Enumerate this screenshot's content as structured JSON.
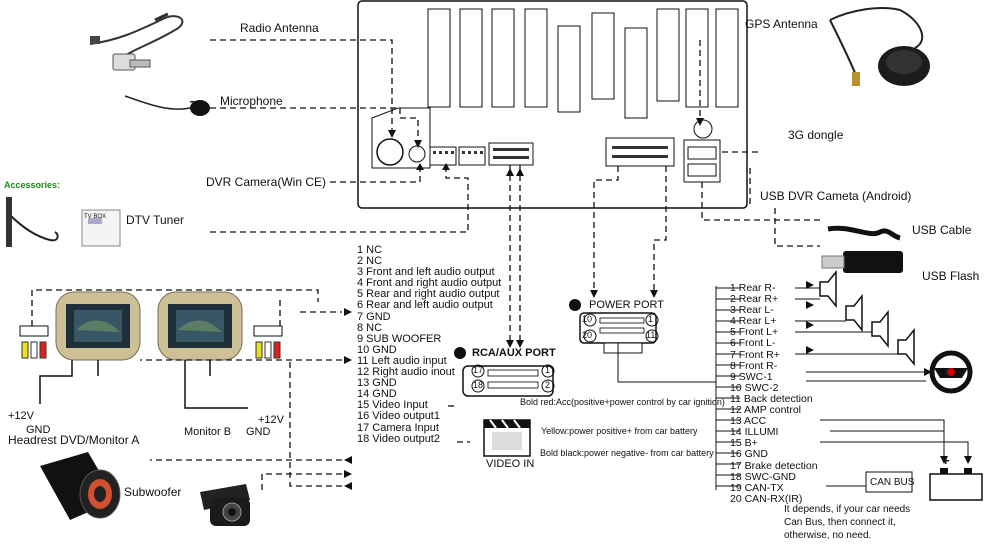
{
  "labels": {
    "radio_antenna": "Radio Antenna",
    "microphone": "Microphone",
    "dvr_camera": "DVR Camera(Win CE)",
    "accessories": "Accessories:",
    "dtv_tuner": "DTV Tuner",
    "gps_antenna": "GPS Antenna",
    "dongle_3g": "3G dongle",
    "usb_dvr": "USB DVR Cameta (Android)",
    "usb_cable": "USB Cable",
    "usb_flash": "USB Flash",
    "headrest": "Headrest DVD/Monitor A",
    "monitor_b": "Monitor  B",
    "gnd_a": "GND",
    "v12_a": "+12V",
    "gnd_b": "GND",
    "v12_b": "+12V",
    "subwoofer": "Subwoofer",
    "video_in": "VIDEO  IN",
    "can_bus": "CAN BUS",
    "tv_box": "TV BOX"
  },
  "rca_port": {
    "title": "RCA/AUX PORT",
    "pin_17": "17",
    "pin_1": "1",
    "pin_18": "18",
    "pin_2": "2",
    "pins": [
      "1 NC",
      "2 NC",
      "3 Front and left audio output",
      "4 Front and right audio output",
      "5 Rear and right audio output",
      "6 Rear and left audio output",
      "7 GND",
      "8 NC",
      "9 SUB WOOFER",
      "10 GND",
      "11 Left audio input",
      "12 Right audio inout",
      "13 GND",
      "14 GND",
      "15 Video Input",
      "16 Video output1",
      "17 Camera Input",
      "18 Video output2"
    ]
  },
  "power_port": {
    "title": "POWER PORT",
    "pin_10": "10",
    "pin_1": "1",
    "pin_20": "20",
    "pin_11": "11",
    "pins": [
      "1  Rear R-",
      "2  Rear R+",
      "3  Rear L-",
      "4  Rear L+",
      "5  Front L+",
      "6  Front L-",
      "7  Front R+",
      "8  Front R-",
      "9  SWC-1",
      "10  SWC-2",
      "11  Back detection",
      "12  AMP control",
      "13  ACC",
      "14  ILLUMI",
      "15  B+",
      "16  GND",
      "17  Brake detection",
      "18  SWC-GND",
      "19  CAN-TX",
      "20  CAN-RX(IR)"
    ]
  },
  "wire_notes": {
    "red": "Bold red:Acc(positive+power control by car ignition)",
    "yellow": "Yellow:power positive+ from car battery",
    "black": "Bold black:power negative- from car battery"
  },
  "can_note": [
    "It depends, if your car needs",
    "Can Bus, then connect it,",
    "otherwise, no need."
  ],
  "battery": {
    "plus": "+",
    "minus": "-"
  }
}
